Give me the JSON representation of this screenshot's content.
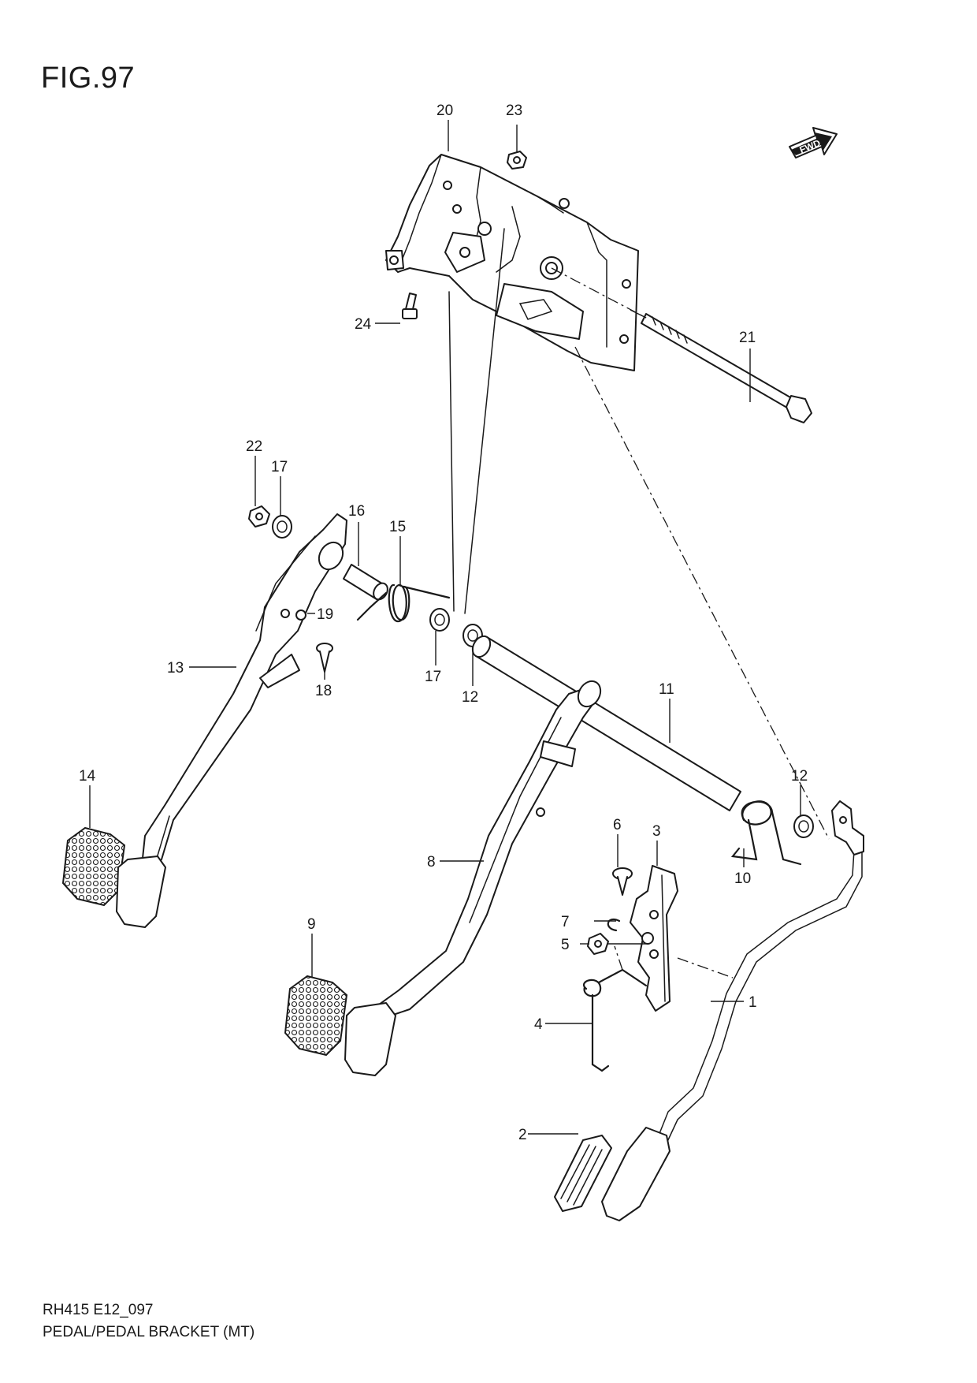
{
  "figure": {
    "title": "FIG.97",
    "code": "RH415 E12_097",
    "caption": "PEDAL/PEDAL BRACKET (MT)"
  },
  "badge": {
    "fwd": "FWD"
  },
  "callouts": [
    {
      "id": "c1",
      "label": "1"
    },
    {
      "id": "c2",
      "label": "2"
    },
    {
      "id": "c3",
      "label": "3"
    },
    {
      "id": "c4",
      "label": "4"
    },
    {
      "id": "c5",
      "label": "5"
    },
    {
      "id": "c6",
      "label": "6"
    },
    {
      "id": "c7",
      "label": "7"
    },
    {
      "id": "c8",
      "label": "8"
    },
    {
      "id": "c9",
      "label": "9"
    },
    {
      "id": "c10",
      "label": "10"
    },
    {
      "id": "c11",
      "label": "11"
    },
    {
      "id": "c12a",
      "label": "12"
    },
    {
      "id": "c12b",
      "label": "12"
    },
    {
      "id": "c13",
      "label": "13"
    },
    {
      "id": "c14",
      "label": "14"
    },
    {
      "id": "c15",
      "label": "15"
    },
    {
      "id": "c16",
      "label": "16"
    },
    {
      "id": "c17a",
      "label": "17"
    },
    {
      "id": "c17b",
      "label": "17"
    },
    {
      "id": "c18",
      "label": "18"
    },
    {
      "id": "c19",
      "label": "19"
    },
    {
      "id": "c20",
      "label": "20"
    },
    {
      "id": "c21",
      "label": "21"
    },
    {
      "id": "c22",
      "label": "22"
    },
    {
      "id": "c23",
      "label": "23"
    },
    {
      "id": "c24",
      "label": "24"
    }
  ]
}
